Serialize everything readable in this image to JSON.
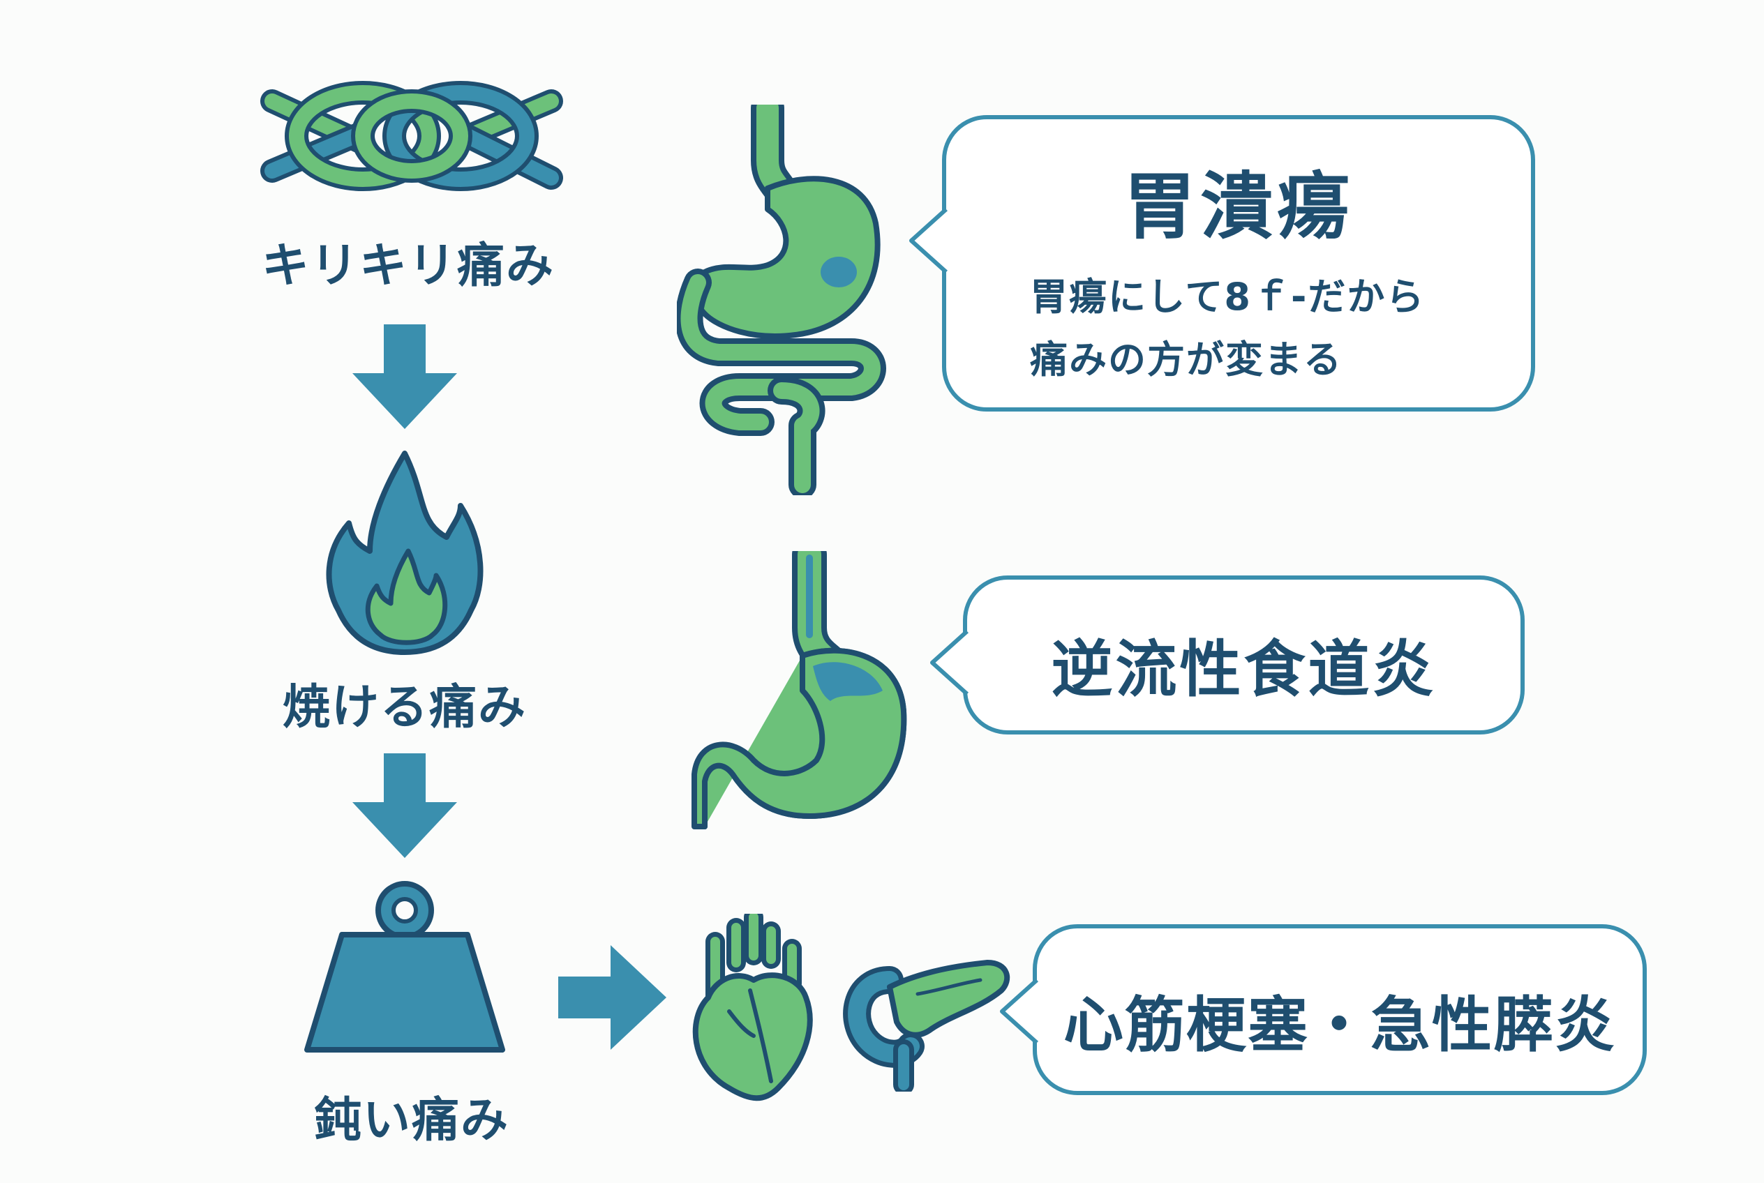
{
  "pain_types": [
    {
      "label": "キリキリ痛み",
      "icon": "knot-icon"
    },
    {
      "label": "焼ける痛み",
      "icon": "flame-icon"
    },
    {
      "label": "鈍い痛み",
      "icon": "weight-icon"
    }
  ],
  "conditions": [
    {
      "title": "胃潰瘍",
      "lines": [
        "胃瘍にして8ｆ-だから",
        "痛みの方が変まる"
      ],
      "organ": "stomach-intestine-icon"
    },
    {
      "title": "逆流性食道炎",
      "organ": "stomach-esophagus-icon"
    },
    {
      "title": "心筋梗塞・急性膵炎",
      "organ": "heart-pancreas-icon"
    }
  ],
  "colors": {
    "green": "#6cc17a",
    "teal": "#3a8fae",
    "navy": "#1f4e6f",
    "dark_teal": "#2c7a95"
  }
}
